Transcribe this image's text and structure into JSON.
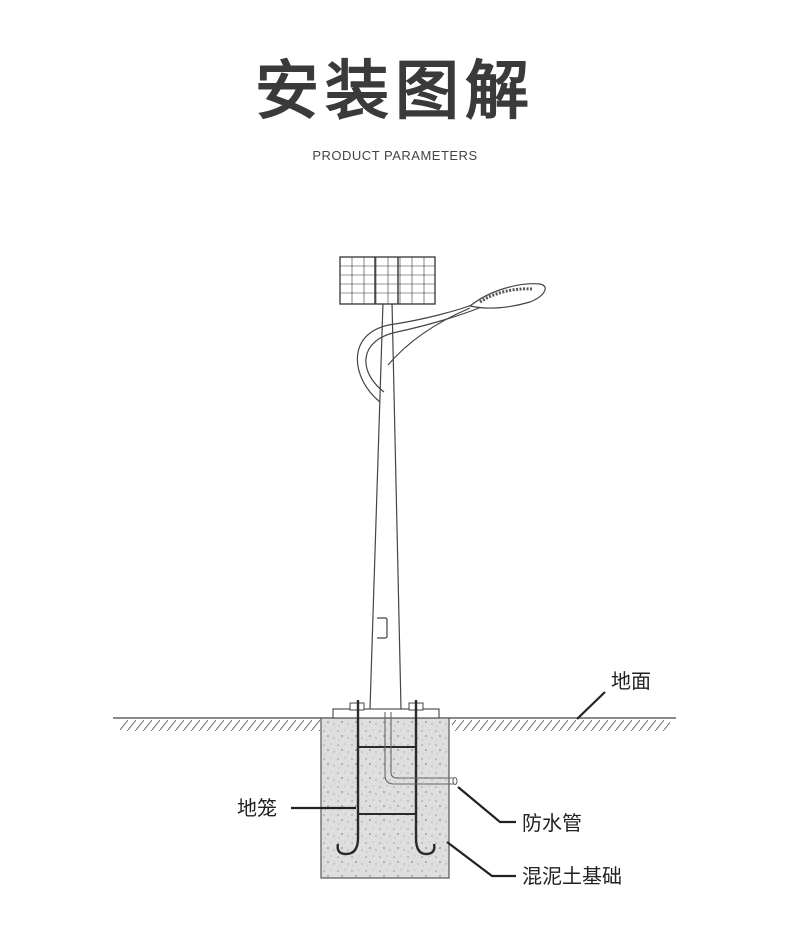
{
  "header": {
    "title": "安装图解",
    "subtitle": "PRODUCT PARAMETERS"
  },
  "diagram": {
    "labels": {
      "ground": "地面",
      "cage": "地笼",
      "pipe": "防水管",
      "foundation": "混泥土基础"
    }
  }
}
